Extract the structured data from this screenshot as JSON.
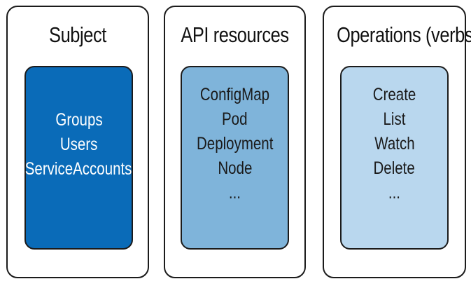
{
  "panels": [
    {
      "title": "Subject",
      "items": [
        "Groups",
        "Users",
        "ServiceAccounts"
      ]
    },
    {
      "title": "API resources",
      "items": [
        "ConfigMap",
        "Pod",
        "Deployment",
        "Node",
        "..."
      ]
    },
    {
      "title": "Operations (verbs)",
      "items": [
        "Create",
        "List",
        "Watch",
        "Delete",
        "..."
      ]
    }
  ],
  "colors": {
    "subject_fill": "#0a6bb8",
    "api_fill": "#7fb4da",
    "verbs_fill": "#b9d7ee",
    "border": "#1b1b1b"
  }
}
